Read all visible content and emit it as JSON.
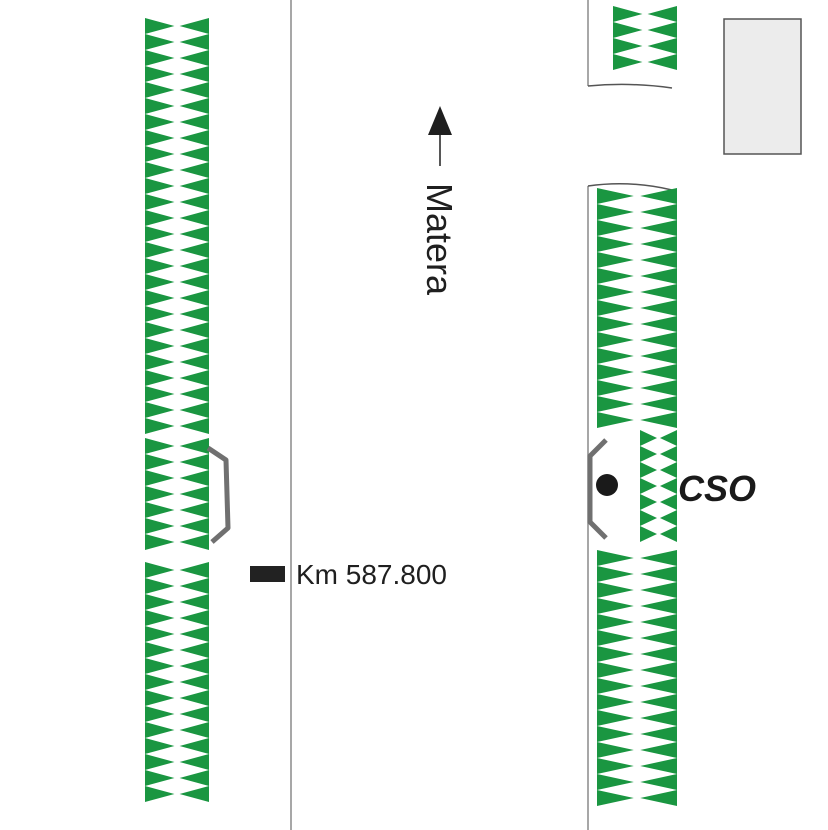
{
  "labels": {
    "km": "Km 587.800",
    "direction": "Matera",
    "station": "CSO"
  },
  "icons": {
    "direction_arrow": "arrow-up-icon",
    "marker": "km-marker-icon",
    "station_point": "station-dot-icon"
  },
  "colors": {
    "vegetation": "#1a9641",
    "guardrail": "#707070",
    "road_line": "#8a8a8a",
    "building_fill": "#ececec",
    "building_stroke": "#555555",
    "marker": "#222222"
  }
}
